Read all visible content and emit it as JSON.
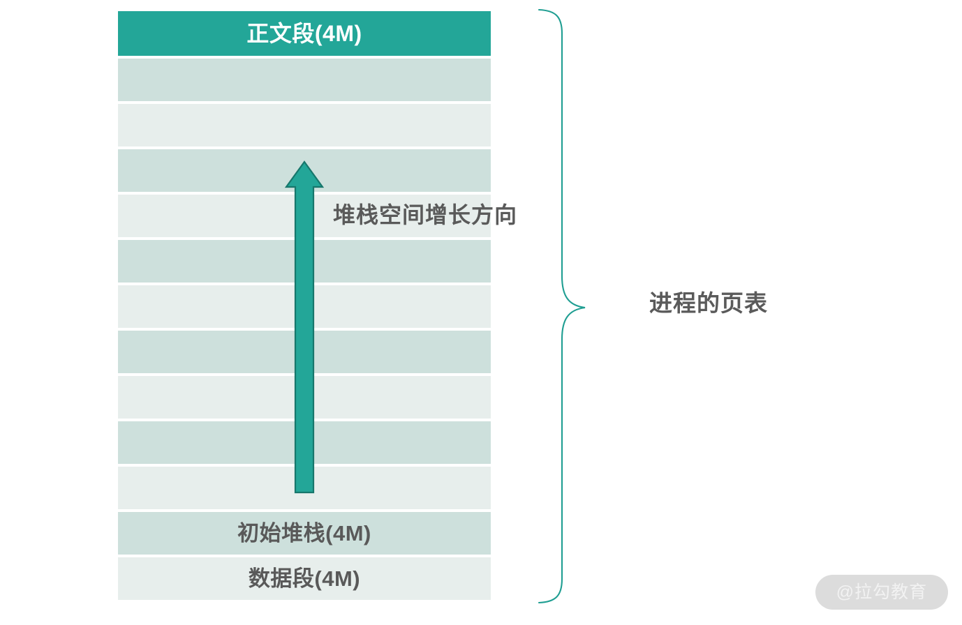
{
  "diagram": {
    "title_row": {
      "label": "正文段(4M)",
      "fill": "#23a698",
      "text_color": "#ffffff"
    },
    "memory_rows": [
      {
        "label": "",
        "shade": "dark"
      },
      {
        "label": "",
        "shade": "light"
      },
      {
        "label": "",
        "shade": "dark"
      },
      {
        "label": "",
        "shade": "light"
      },
      {
        "label": "",
        "shade": "dark"
      },
      {
        "label": "",
        "shade": "light"
      },
      {
        "label": "",
        "shade": "dark"
      },
      {
        "label": "",
        "shade": "light"
      },
      {
        "label": "",
        "shade": "dark"
      },
      {
        "label": "",
        "shade": "light"
      },
      {
        "label": "初始堆栈(4M)",
        "shade": "dark"
      },
      {
        "label": "数据段(4M)",
        "shade": "light"
      }
    ],
    "arrow": {
      "caption": "堆栈空间增长方向",
      "direction": "up",
      "fill": "#23a698",
      "stroke": "#18776d"
    },
    "brace": {
      "label": "进程的页表",
      "stroke": "#1f9e92",
      "side": "right"
    },
    "colors": {
      "accent": "#23a698",
      "row_dark": "#cde0dc",
      "row_light": "#e7eeec",
      "text_gray": "#5a5a5a",
      "background": "#ffffff"
    }
  },
  "watermark": {
    "text": "@拉勾教育",
    "pill_color": "#dcdcdc",
    "text_color": "#f2f2f2"
  }
}
